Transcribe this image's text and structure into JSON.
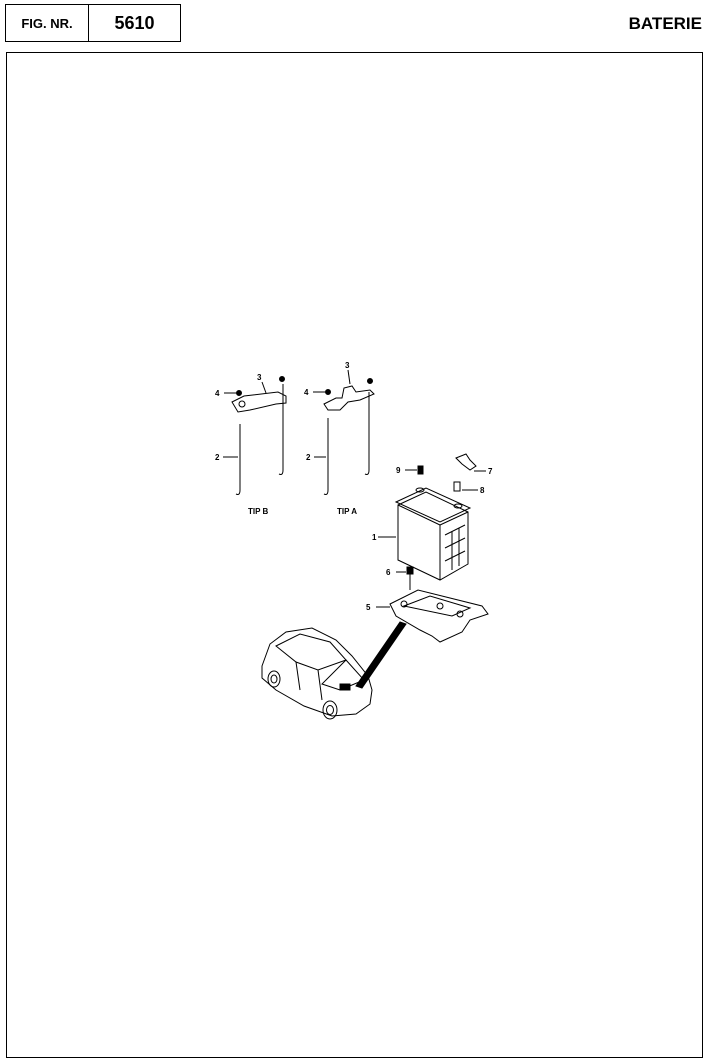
{
  "header": {
    "fig_label": "FIG. NR.",
    "fig_number": "5610",
    "title": "BATERIE"
  },
  "diagram": {
    "callouts": {
      "c1": "1",
      "c2b": "2",
      "c2a": "2",
      "c3b": "3",
      "c3a": "3",
      "c4b": "4",
      "c4a": "4",
      "c5": "5",
      "c6": "6",
      "c7": "7",
      "c8": "8",
      "c9": "9"
    },
    "variant_labels": {
      "tip_b": "TIP B",
      "tip_a": "TIP A"
    }
  }
}
